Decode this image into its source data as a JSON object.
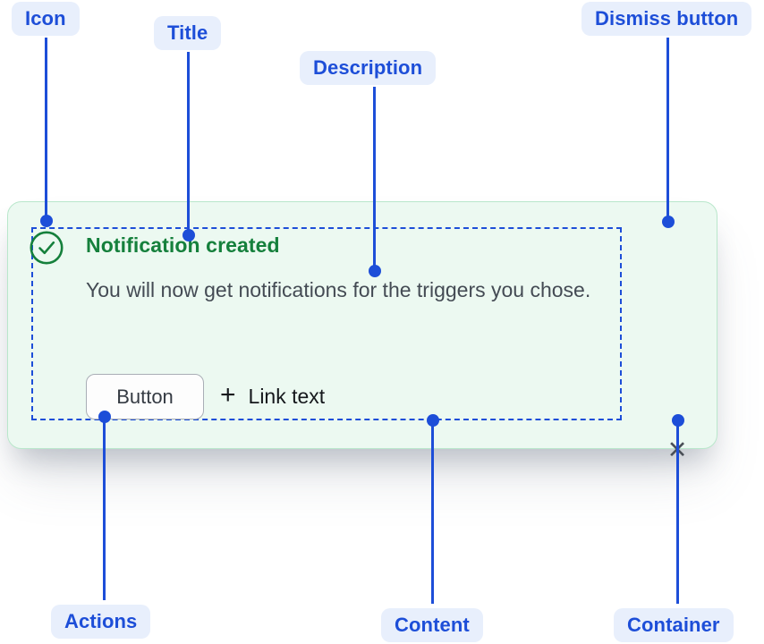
{
  "annotations": {
    "icon": {
      "label": "Icon"
    },
    "title": {
      "label": "Title"
    },
    "description js_ignore": null,
    "description": {
      "label": "Description"
    },
    "dismiss": {
      "label": "Dismiss button"
    },
    "actions": {
      "label": "Actions"
    },
    "content": {
      "label": "Content"
    },
    "container": {
      "label": "Container"
    }
  },
  "notification": {
    "title": "Notification created",
    "description": "You will now get notifications for the triggers you chose.",
    "button_label": "Button",
    "link_label": "Link text",
    "plus_icon": "+",
    "close_icon": "✕"
  },
  "colors": {
    "annotation_blue": "#1d4ed8",
    "annotation_pill_bg": "#e8effc",
    "success_green": "#15803c",
    "container_bg": "#ecf9f1",
    "container_border": "#b9e7cb",
    "description_text": "#444b54",
    "button_border": "#a9aeb6",
    "button_bg": "#fdfdfd",
    "button_text": "#353b43",
    "link_text": "#15181c",
    "close_color": "#4a4f57"
  }
}
